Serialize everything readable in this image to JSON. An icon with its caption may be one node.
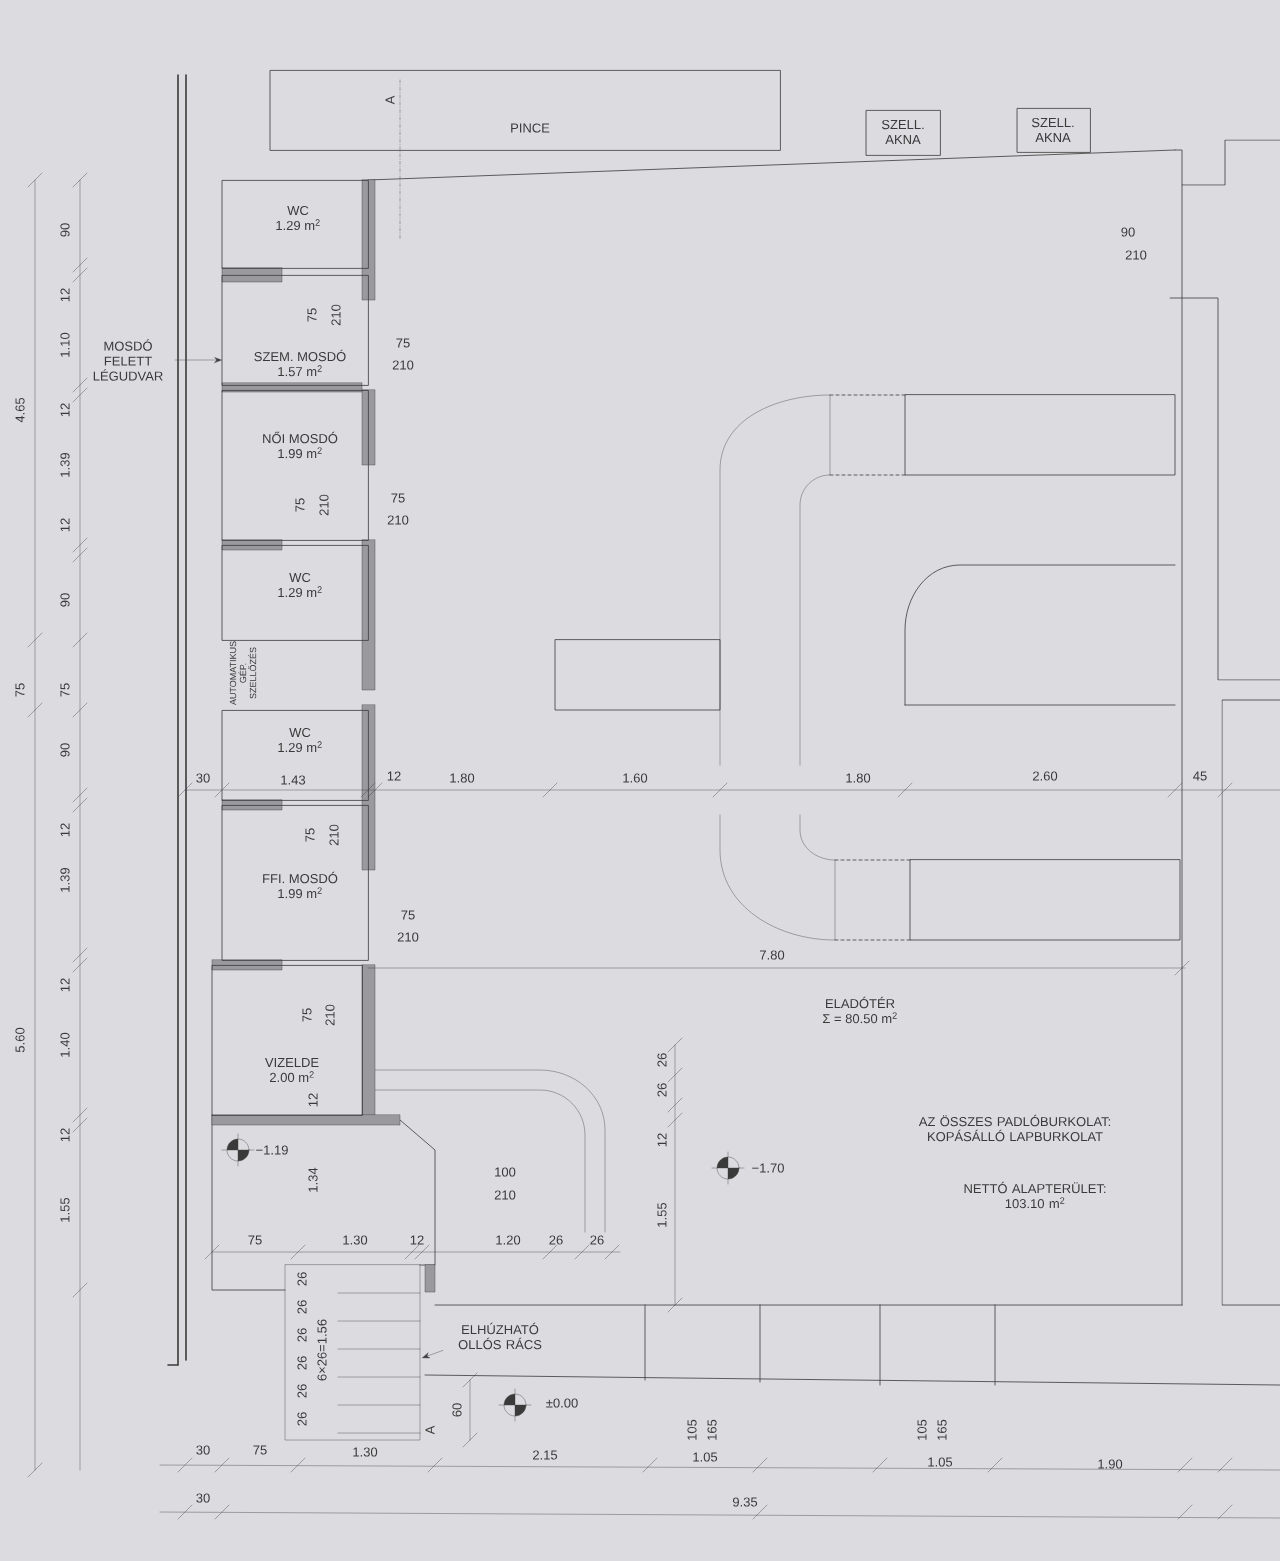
{
  "diagram": {
    "nodes": [
      {
        "text": [
          "PINCE"
        ]
      },
      {
        "text": [
          "SZELL. AKNA"
        ]
      },
      {
        "text": [
          "SZELL. AKNA"
        ]
      },
      {
        "text": [
          "WC",
          "1.29 m$^{2}$"
        ]
      },
      {
        "text": [
          "SZEM. MOSDÓ",
          "1.57 m$^{2}$"
        ]
      },
      {
        "text": [
          "NŐI MOSDÓ",
          "1.99 m$^{2}$"
        ]
      },
      {
        "text": [
          "WC",
          "1.29 m$^{2}$"
        ]
      },
      {
        "text": [
          "WC",
          "1.29 m$^{2}$"
        ]
      },
      {
        "text": [
          "FFI. MOSDÓ",
          "1.99 m$^{2}$"
        ]
      },
      {
        "text": [
          "VIZELDE",
          "2.00 m$^{2}$"
        ]
      },
      {
        "text": [
          "ELADÓTÉR",
          "Σ = 80.50 m$^{2}$"
        ]
      },
      {
        "text": [
          "MOSDÓ FELETT LÉGUDVAR"
        ]
      },
      {
        "text": [
          "ELHÚZHATÓ OLLÓS RÁCS"
        ]
      }
    ],
    "edges": [
      {
        "from": 11,
        "to": 4,
        "arrow": "to"
      },
      {
        "from": 12,
        "to": null,
        "arrow": "to"
      }
    ],
    "labels": [
      "A",
      "4.65",
      "90",
      "12",
      "1.10",
      "12",
      "1.39",
      "12",
      "90",
      "75",
      "75",
      "90",
      "12",
      "1.39",
      "5.60",
      "12",
      "1.40",
      "12",
      "1.55",
      "75",
      "210",
      "75",
      "210",
      "75",
      "210",
      "75",
      "210",
      "75",
      "210",
      "75",
      "210",
      "75",
      "210",
      "90",
      "210",
      "30",
      "1.43",
      "12",
      "1.80",
      "1.60",
      "1.80",
      "2.60",
      "45",
      "7.80",
      "12",
      "−1.19",
      "1.34",
      "100",
      "210",
      "−1.70",
      "26",
      "26",
      "12",
      "1.55",
      "75",
      "1.30",
      "12",
      "1.20",
      "26",
      "26",
      "6×26=1.56",
      "26",
      "26",
      "26",
      "26",
      "26",
      "26",
      "60",
      "±0.00",
      "A",
      "105",
      "165",
      "105",
      "165",
      "30",
      "75",
      "1.30",
      "2.15",
      "1.05",
      "1.05",
      "1.90",
      "30",
      "9.35",
      "AZ ÖSSZES PADLÓBURKOLAT: KOPÁSÁLLÓ LAPBURKOLAT",
      "NETTÓ ALAPTERÜLET: 103.10 m$^{2}$",
      "AUTOMATIKUS GÉP. SZELLŐZÉS"
    ]
  }
}
